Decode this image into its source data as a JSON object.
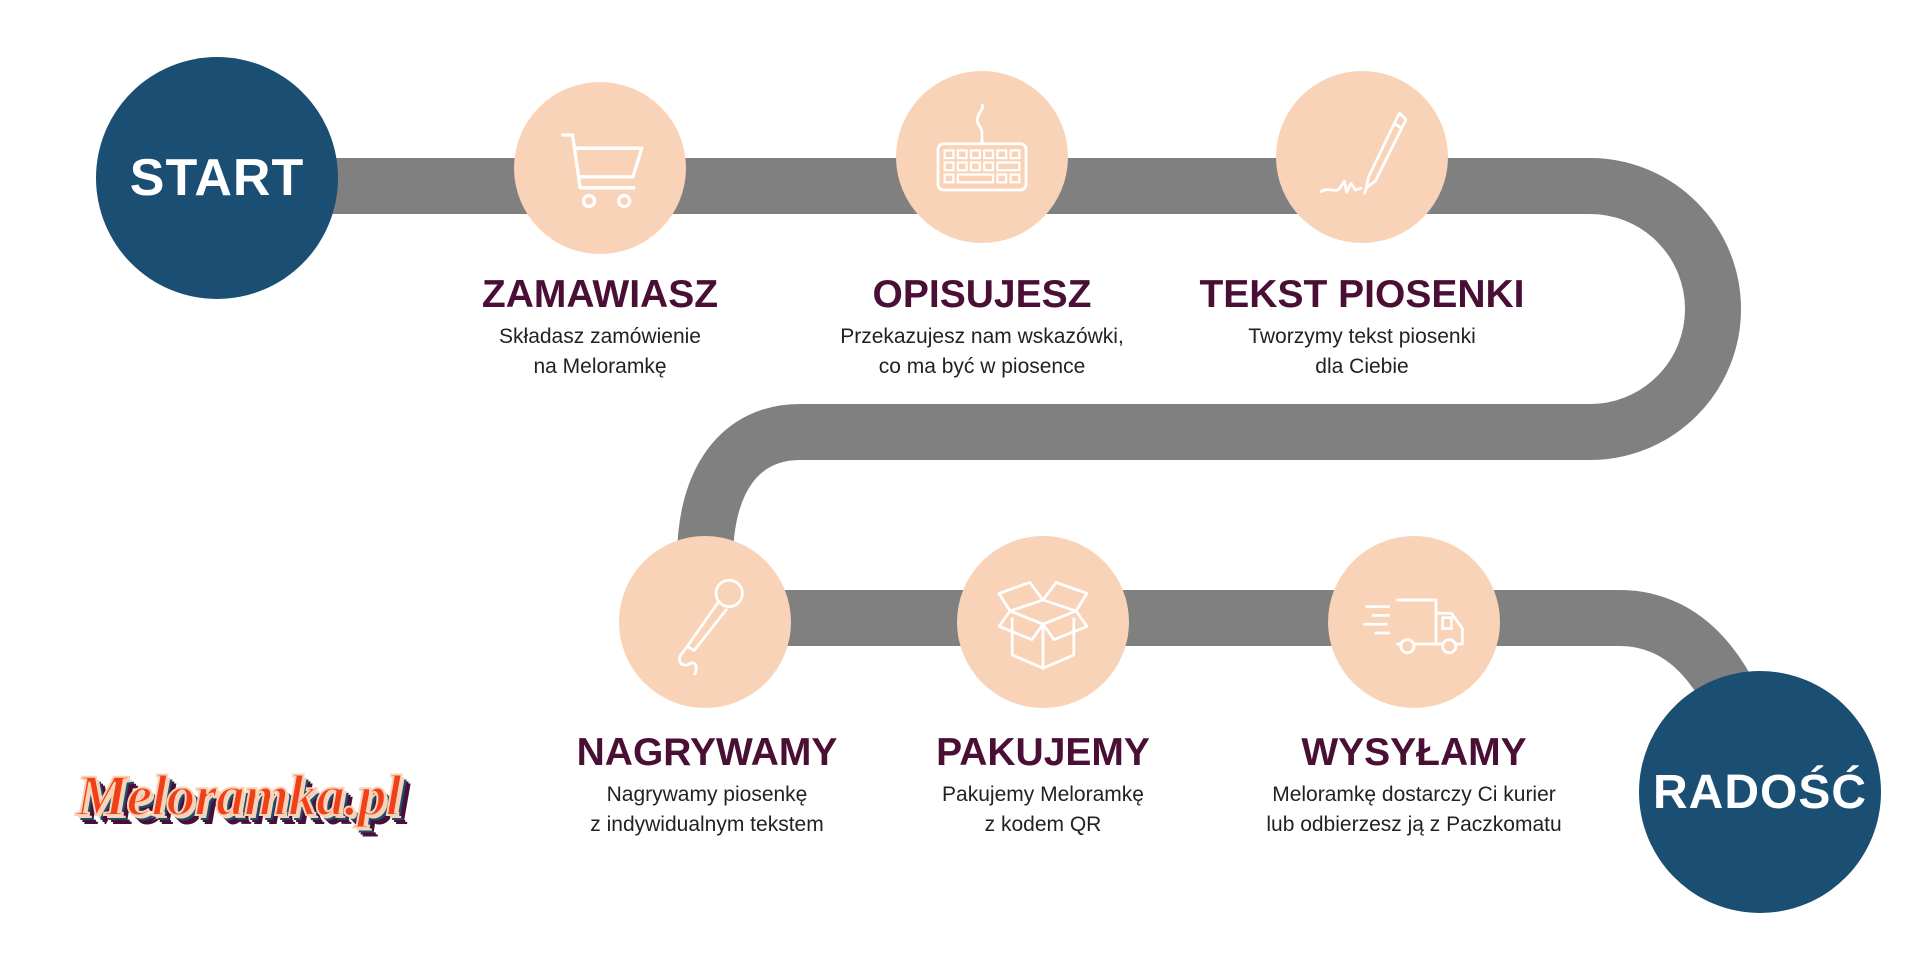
{
  "start_label": "START",
  "end_label": "RADOŚĆ",
  "logo_text": "Meloramka.pl",
  "colors": {
    "road": "#808080",
    "navy": "#1a4e72",
    "peach": "#f9d3b7",
    "title": "#4a0f35",
    "logo": "#f0401a"
  },
  "steps": [
    {
      "icon": "cart-icon",
      "title": "ZAMAWIASZ",
      "line1": "Składasz zamówienie",
      "line2": "na Meloramkę"
    },
    {
      "icon": "keyboard-icon",
      "title": "OPISUJESZ",
      "line1": "Przekazujesz nam wskazówki,",
      "line2": "co ma być w piosence"
    },
    {
      "icon": "pen-icon",
      "title": "TEKST PIOSENKI",
      "line1": "Tworzymy tekst piosenki",
      "line2": "dla Ciebie"
    },
    {
      "icon": "microphone-icon",
      "title": "NAGRYWAMY",
      "line1": "Nagrywamy piosenkę",
      "line2": "z indywidualnym tekstem"
    },
    {
      "icon": "box-icon",
      "title": "PAKUJEMY",
      "line1": "Pakujemy Meloramkę",
      "line2": "z kodem QR"
    },
    {
      "icon": "truck-icon",
      "title": "WYSYŁAMY",
      "line1": "Meloramkę dostarczy Ci kurier",
      "line2": "lub odbierzesz ją z Paczkomatu"
    }
  ]
}
